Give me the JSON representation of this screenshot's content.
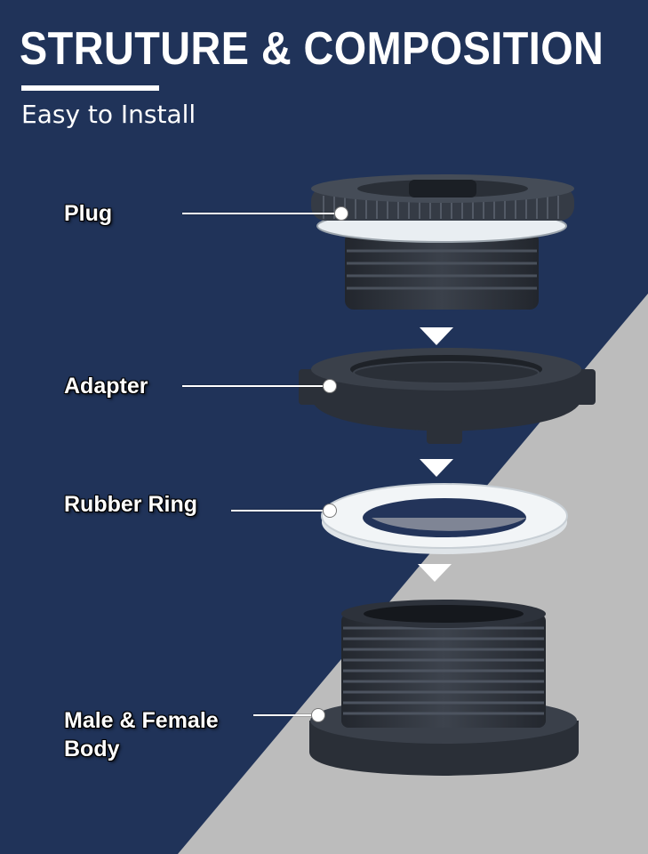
{
  "header": {
    "title": "STRUTURE & COMPOSITION",
    "subtitle": "Easy to Install"
  },
  "parts": [
    {
      "label": "Plug",
      "icon": "plug-part-image"
    },
    {
      "label": "Adapter",
      "icon": "adapter-nut-image"
    },
    {
      "label": "Rubber Ring",
      "icon": "rubber-ring-image"
    },
    {
      "label_line1": "Male & Female",
      "label_line2": "Body",
      "icon": "male-female-body-image"
    }
  ],
  "colors": {
    "navy_background": "#203359",
    "gray_background": "#bdbdbd",
    "part_dark": "#2f3540",
    "text": "#ffffff"
  }
}
